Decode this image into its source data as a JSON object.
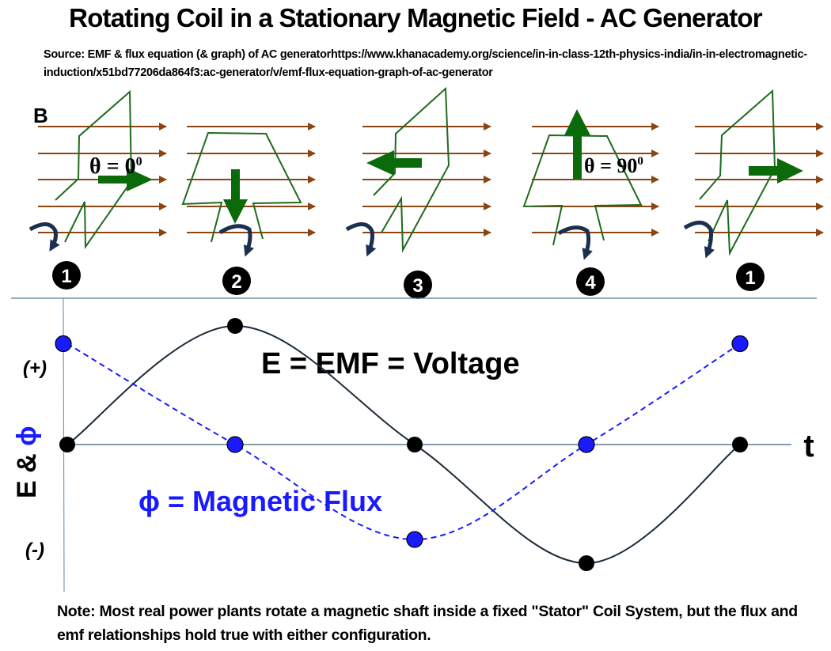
{
  "title": "Rotating Coil in a Stationary Magnetic Field - AC Generator",
  "source_text": "Source: EMF & flux equation (& graph) of AC generatorhttps://www.khanacademy.org/science/in-in-class-12th-physics-india/in-in-electromagnetic-induction/x51bd77206da864f3:ac-generator/v/emf-flux-equation-graph-of-ac-generator",
  "field_label": "B",
  "angle_labels": {
    "step1": "θ = 0",
    "step1_sup": "0",
    "step4": "θ = 90",
    "step4_sup": "0"
  },
  "steps": [
    {
      "number": "1",
      "normal_direction": "right"
    },
    {
      "number": "2",
      "normal_direction": "down"
    },
    {
      "number": "3",
      "normal_direction": "left"
    },
    {
      "number": "4",
      "normal_direction": "up"
    },
    {
      "number": "1",
      "normal_direction": "right"
    }
  ],
  "graph": {
    "y_axis_label_e": "E & ",
    "y_axis_label_phi": "ϕ",
    "positive_label": "(+)",
    "negative_label": "(-)",
    "x_axis_label": "t",
    "emf_label": "E = EMF =  Voltage",
    "flux_label": "ϕ = Magnetic Flux"
  },
  "colors": {
    "field_lines": "#8B4513",
    "coil": "#1e6b1e",
    "normal_arrow": "#0b6b0b",
    "rotation_arrow": "#1b2f4e",
    "emf_curve": "#1b2a3a",
    "flux_curve": "#1a1aff",
    "axis": "#5a7a9a"
  },
  "chart_data": {
    "type": "line",
    "title": "",
    "xlabel": "t",
    "ylabel": "E & ϕ",
    "x": [
      1,
      2,
      3,
      4,
      5
    ],
    "x_tick_labels": [
      "1",
      "2",
      "3",
      "4",
      "1"
    ],
    "ylim": [
      -1,
      1
    ],
    "y_tick_labels": [
      "(+)",
      "(-)"
    ],
    "series": [
      {
        "name": "E = EMF = Voltage",
        "values": [
          0,
          1,
          0,
          -1,
          0
        ],
        "style": "solid"
      },
      {
        "name": "ϕ = Magnetic Flux",
        "values": [
          0.85,
          0,
          -0.8,
          0,
          0.85
        ],
        "style": "dashed"
      }
    ]
  },
  "note": "Note: Most real power plants rotate a magnetic shaft inside a fixed \"Stator\" Coil System, but the flux and emf relationships hold true with either configuration."
}
